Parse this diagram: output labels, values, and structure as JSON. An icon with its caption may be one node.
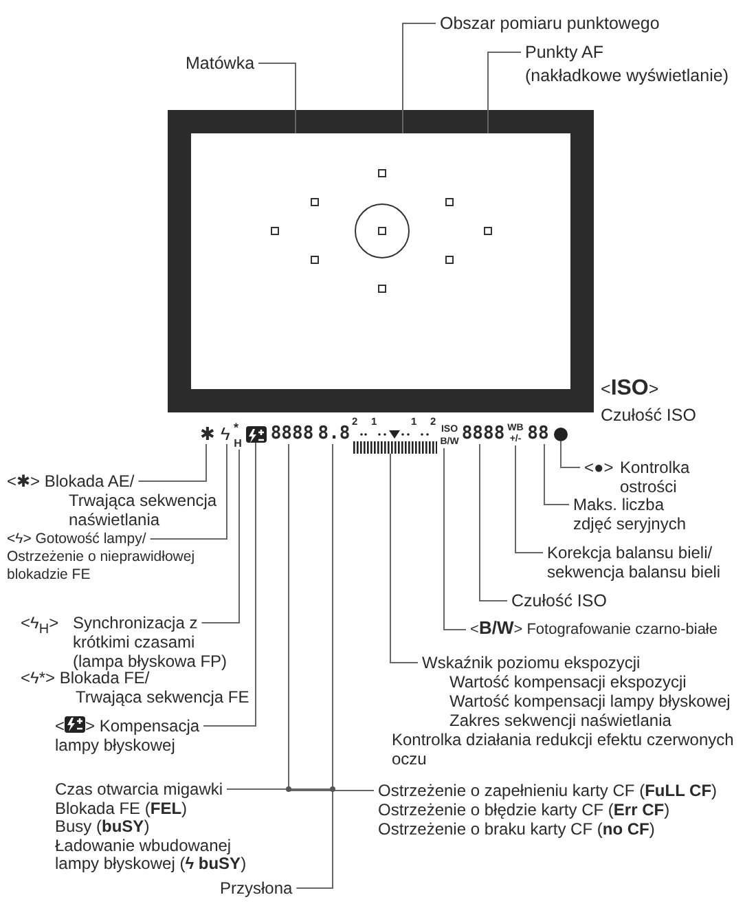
{
  "diagram": {
    "nodes": [
      {
        "text": [
          "Matówka"
        ]
      },
      {
        "text": [
          "Obszar pomiaru punktowego"
        ]
      },
      {
        "text": [
          "Punkty AF",
          "(nakładkowe wyświetlanie)"
        ]
      },
      {
        "text": [],
        "shape": "box"
      },
      {
        "text": [],
        "shape": "circle",
        "in": 3
      },
      {
        "text": [],
        "shape": "box",
        "in": 3
      },
      {
        "text": [
          "✱"
        ]
      },
      {
        "text": [
          "ϟ"
        ]
      },
      {
        "text": [
          "H"
        ]
      },
      {
        "text": [],
        "shape": "box"
      },
      {
        "text": [
          "8888"
        ]
      },
      {
        "text": [
          "8.8"
        ]
      },
      {
        "text": [],
        "shape": "bar",
        "beside": [
          "2",
          "1",
          "1",
          "2"
        ]
      },
      {
        "text": [
          "ISO",
          "B/W"
        ]
      },
      {
        "text": [
          "8888"
        ]
      },
      {
        "text": [
          "WB",
          "+/-"
        ]
      },
      {
        "text": [
          "88"
        ]
      },
      {
        "text": [],
        "shape": "circle"
      },
      {
        "text": [
          "<✱> Blokada AE/",
          "Trwająca sekwencja naświetlania"
        ]
      },
      {
        "text": [
          "<ϟ> Gotowość lampy/",
          "Ostrzeżenie o nieprawidłowej blokadzie FE"
        ]
      },
      {
        "text": [
          "<ϟ$_{H}$>",
          "Synchronizacja z krótkimi czasami (lampa błyskowa FP)"
        ]
      },
      {
        "text": [
          "<",
          "> Kompensacja lampy błyskowej"
        ]
      },
      {
        "text": [
          "Czas otwarcia migawki",
          "Blokada FE (**FEL**)",
          "Busy (**buSY**)",
          "Ładowanie wbudowanej lampy błyskowej (**ϟ buSY**)"
        ]
      },
      {
        "text": [
          "Przysłona"
        ]
      },
      {
        "text": [
          "Ostrzeżenie o zapełnieniu karty CF (**FuLL CF**)",
          "Ostrzeżenie o błędzie karty CF (**Err CF**)",
          "Ostrzeżenie o braku karty CF (**no CF**)"
        ]
      },
      {
        "text": [
          "Wskaźnik poziomu ekspozycji",
          "Wartość kompensacji ekspozycji",
          "Wartość kompensacji lampy błyskowej",
          "Zakres sekwencji naświetlania",
          "Kontrolka działania redukcji efektu czerwonych oczu"
        ]
      },
      {
        "text": [
          "<**B/W**> Fotografowanie czarno-białe"
        ]
      },
      {
        "text": [
          "Czułość ISO"
        ]
      },
      {
        "text": [
          "Korekcja balansu bieli/ sekwencja balansu bieli"
        ]
      },
      {
        "text": [
          "Maks. liczba zdjęć seryjnych"
        ]
      },
      {
        "text": [
          "<●>",
          "Kontrolka ostrości"
        ]
      }
    ],
    "edges": [
      {
        "from": 0,
        "to": 3,
        "arrow": "none"
      },
      {
        "from": 1,
        "to": 4,
        "arrow": "none"
      },
      {
        "from": 2,
        "to": 5,
        "arrow": "none"
      },
      {
        "from": 18,
        "to": 6,
        "arrow": "none"
      },
      {
        "from": 19,
        "to": 7,
        "arrow": "none"
      },
      {
        "from": 20,
        "to": 8,
        "arrow": "none"
      },
      {
        "from": 21,
        "to": 9,
        "arrow": "none"
      },
      {
        "from": 22,
        "to": 10,
        "arrow": "none"
      },
      {
        "from": 22,
        "to": 11,
        "arrow": "none"
      },
      {
        "from": 24,
        "to": 10,
        "arrow": "none"
      },
      {
        "from": 24,
        "to": 11,
        "arrow": "none"
      },
      {
        "from": 23,
        "to": 11,
        "arrow": "none"
      },
      {
        "from": 25,
        "to": 12,
        "arrow": "none"
      },
      {
        "from": 26,
        "to": 13,
        "arrow": "none"
      },
      {
        "from": 27,
        "to": 14,
        "arrow": "none"
      },
      {
        "from": 28,
        "to": 15,
        "arrow": "none"
      },
      {
        "from": 29,
        "to": 16,
        "arrow": "none"
      },
      {
        "from": 30,
        "to": 17,
        "arrow": "none"
      }
    ],
    "labels": [
      "<**ISO**>",
      "Czułość ISO",
      "*",
      "<ϟ*> Blokada FE/",
      "Trwająca sekwencja FE"
    ]
  }
}
